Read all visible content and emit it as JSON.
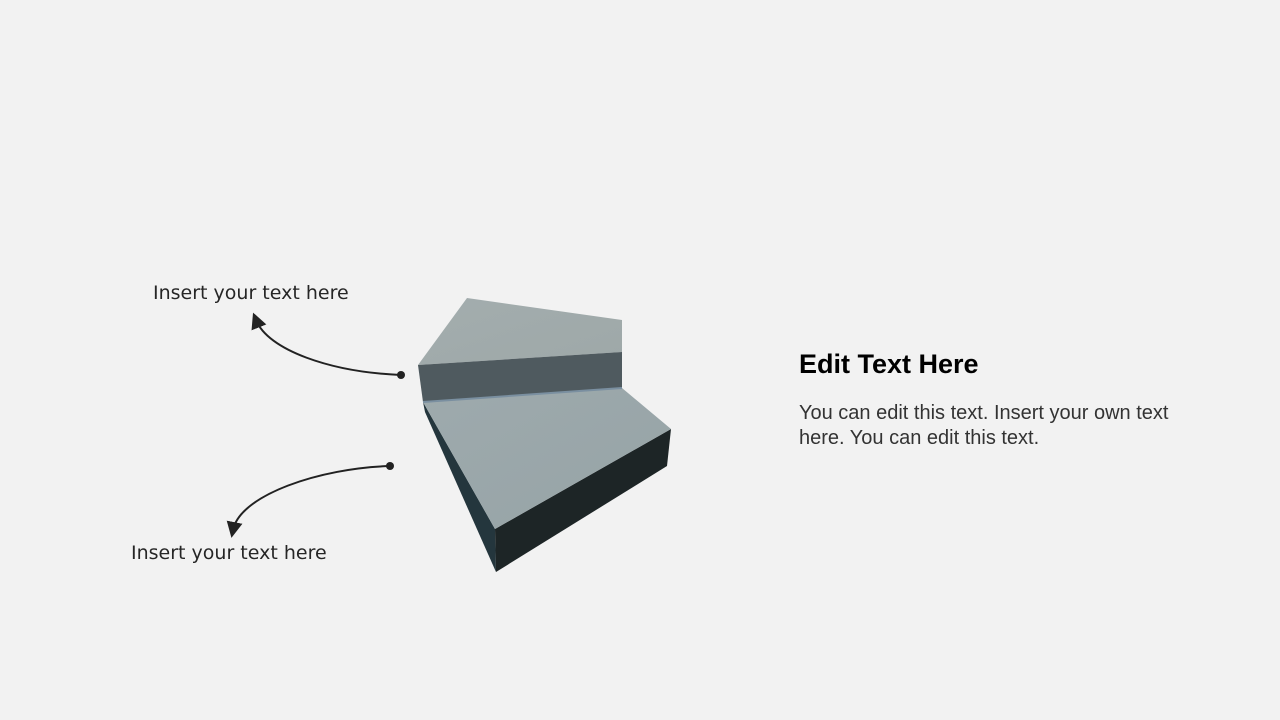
{
  "callouts": [
    {
      "text": "Insert your text here"
    },
    {
      "text": "Insert your text here"
    }
  ],
  "heading": "Edit Text Here",
  "body_text": "You can edit this text. Insert your own text here. You can edit this text."
}
